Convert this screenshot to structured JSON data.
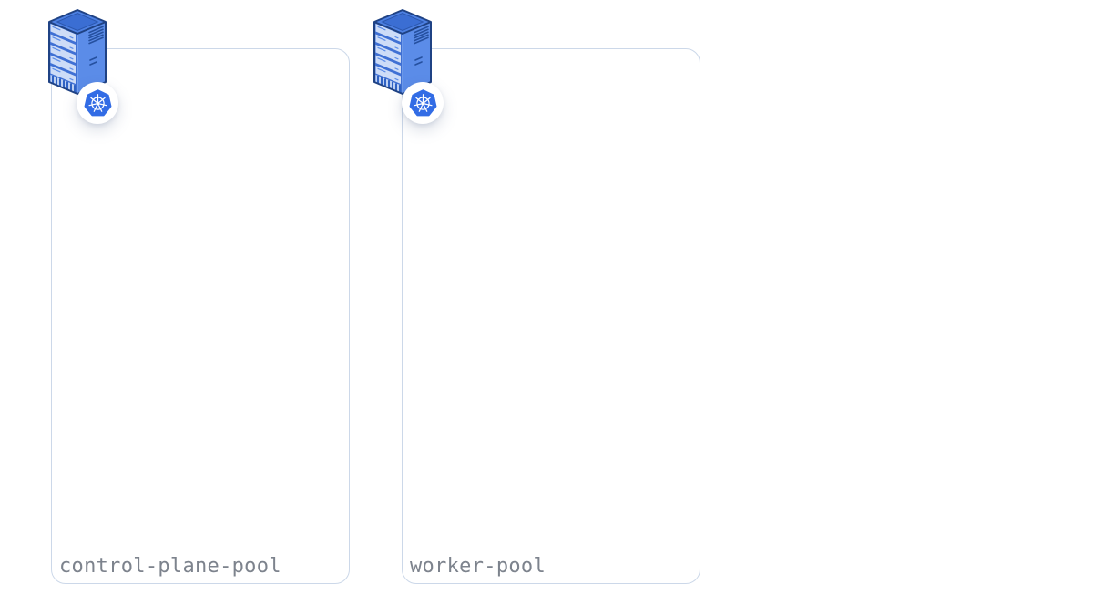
{
  "diagram": {
    "pools": [
      {
        "label": "control-plane-pool",
        "icon": "isometric-server",
        "badge": "kubernetes-logo"
      },
      {
        "label": "worker-pool",
        "icon": "isometric-server",
        "badge": "kubernetes-logo"
      }
    ],
    "colors": {
      "background": "#ffffff",
      "panel_border": "#ccd8e9",
      "label_text": "#7d838d",
      "kubernetes_blue": "#326ce5",
      "server_outline": "#1f4284",
      "server_face_top": "#4d80e2",
      "server_face_top_inset": "#3b6ed3",
      "server_face_left": "#3f70d4",
      "server_face_right": "#5b8ce8",
      "server_slat_light": "#cddcf7",
      "server_vent_dark": "#25509f"
    }
  }
}
